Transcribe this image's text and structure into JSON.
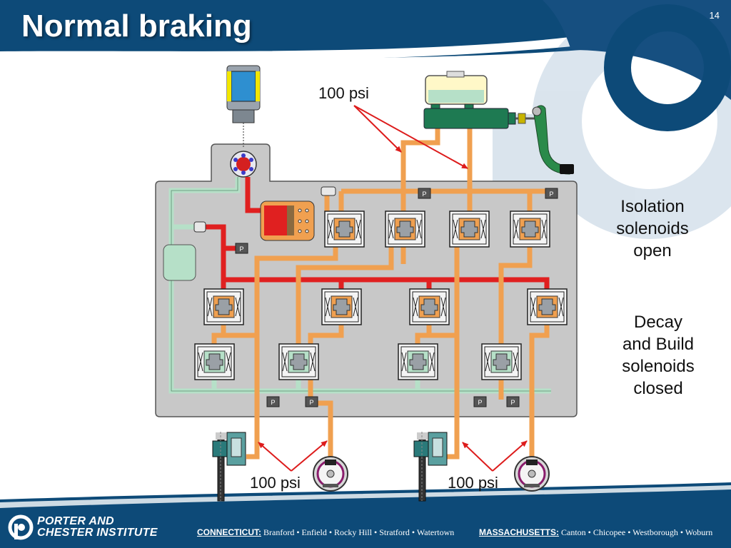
{
  "slide": {
    "title": "Normal braking",
    "number": "14"
  },
  "diagram": {
    "pressure_labels": {
      "master": "100 psi",
      "left_wheels": "100 psi",
      "right_wheels": "100 psi"
    },
    "pressure_sensor_glyph": "P",
    "notes": {
      "isolation": "Isolation\nsolenoids\nopen",
      "decay_build": "Decay\nand Build\nsolenoids\nclosed"
    }
  },
  "footer": {
    "logo_line1": "PORTER AND",
    "logo_line2": "CHESTER INSTITUTE",
    "ct_label": "CONNECTICUT:",
    "ct_towns": " Branford • Enfield • Rocky Hill • Stratford • Watertown",
    "ma_label": "MASSACHUSETTS:",
    "ma_towns": " Canton • Chicopee • Westborough • Woburn"
  },
  "colors": {
    "header_blue": "#0d4a78",
    "fluid_orange": "#f0a050",
    "pressure_red": "#e02020",
    "return_green": "#b6e0c8",
    "block_gray": "#c8c8c8",
    "arrow_red": "#dd1c1c"
  }
}
